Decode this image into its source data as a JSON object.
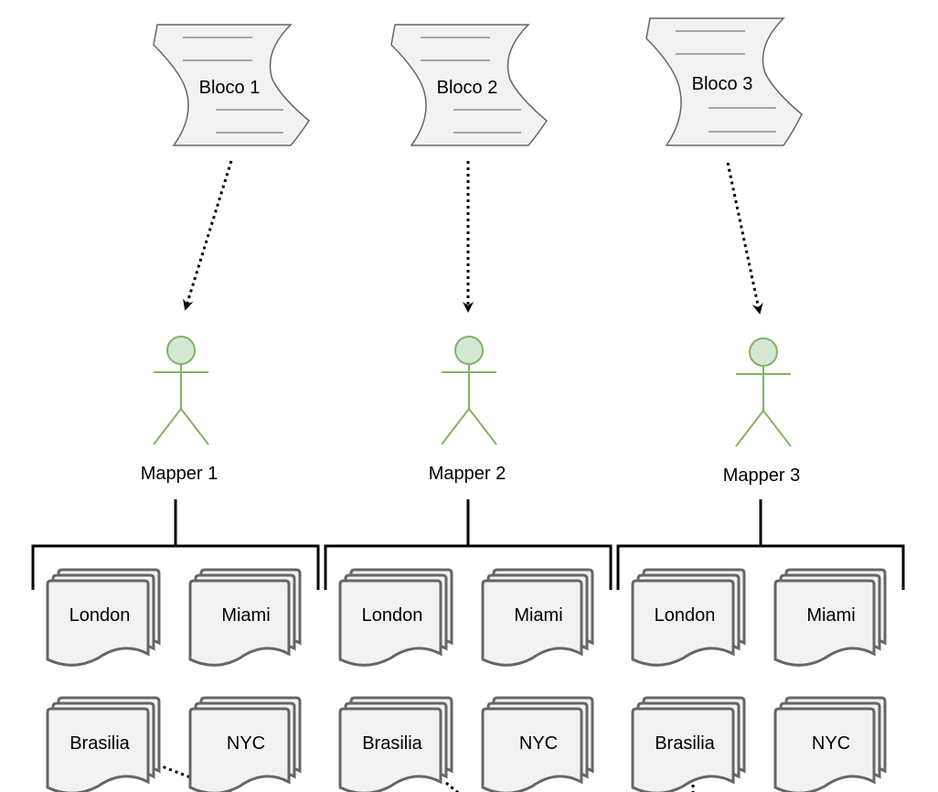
{
  "blocks": [
    {
      "label": "Bloco 1"
    },
    {
      "label": "Bloco 2"
    },
    {
      "label": "Bloco 3"
    }
  ],
  "mappers": [
    {
      "label": "Mapper 1"
    },
    {
      "label": "Mapper 2"
    },
    {
      "label": "Mapper 3"
    }
  ],
  "outputs": [
    {
      "cities": [
        "London",
        "Miami",
        "Brasilia",
        "NYC"
      ]
    },
    {
      "cities": [
        "London",
        "Miami",
        "Brasilia",
        "NYC"
      ]
    },
    {
      "cities": [
        "London",
        "Miami",
        "Brasilia",
        "NYC"
      ]
    }
  ],
  "colors": {
    "shape_fill": "#f2f2f2",
    "shape_stroke": "#666666",
    "actor_fill": "#d5e8d4",
    "actor_stroke": "#82b366",
    "line": "#000000"
  }
}
